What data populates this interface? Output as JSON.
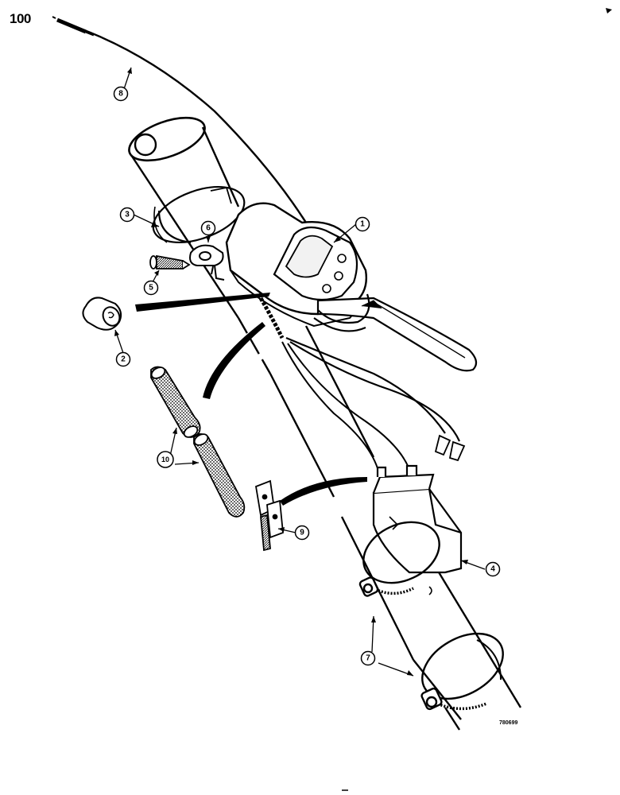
{
  "page": {
    "number": "100",
    "figure_code": "780699"
  },
  "callouts": [
    {
      "id": "1",
      "label": "1"
    },
    {
      "id": "2",
      "label": "2"
    },
    {
      "id": "3",
      "label": "3"
    },
    {
      "id": "4",
      "label": "4"
    },
    {
      "id": "5",
      "label": "5"
    },
    {
      "id": "6",
      "label": "6"
    },
    {
      "id": "7",
      "label": "7"
    },
    {
      "id": "8",
      "label": "8"
    },
    {
      "id": "9",
      "label": "9"
    },
    {
      "id": "10",
      "label": "10"
    }
  ]
}
